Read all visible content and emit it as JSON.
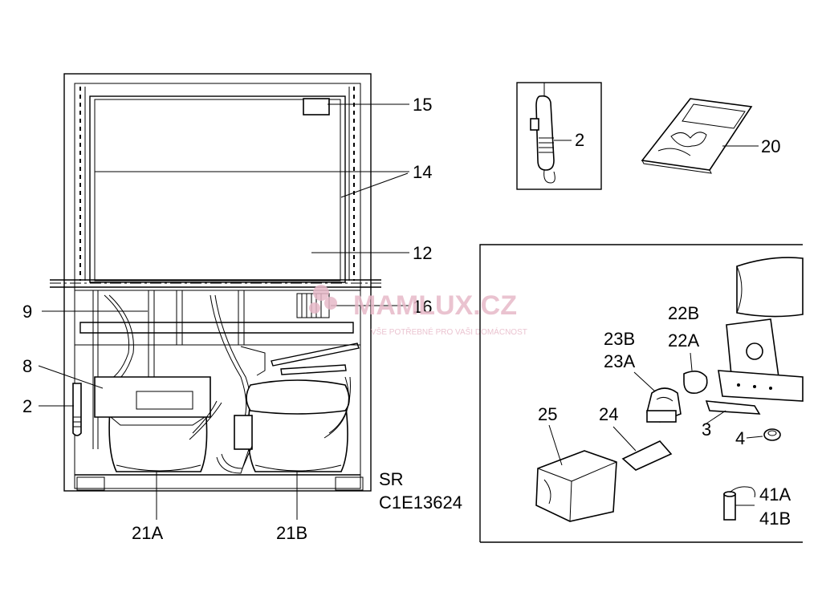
{
  "labels": {
    "l15": "15",
    "l14": "14",
    "l12": "12",
    "l16": "16",
    "l9": "9",
    "l8": "8",
    "l2_left": "2",
    "l21a": "21A",
    "l21b": "21B",
    "sr": "SR",
    "code": "C1E13624",
    "l2_inset": "2",
    "l20": "20",
    "l22b": "22B",
    "l22a": "22A",
    "l23b": "23B",
    "l23a": "23A",
    "l25": "25",
    "l24": "24",
    "l3": "3",
    "l4": "4",
    "l41a": "41A",
    "l41b": "41B"
  },
  "watermark": {
    "brand": "MAMLUX.CZ",
    "tagline": "VŠE POTŘEBNÉ PRO VAŠI DOMÁCNOST"
  }
}
